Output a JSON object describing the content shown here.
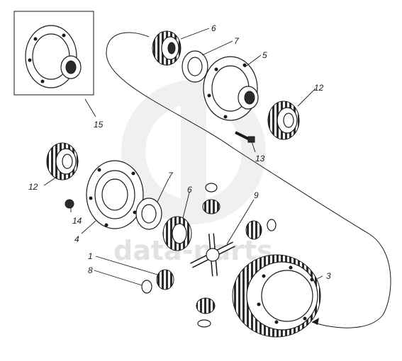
{
  "watermark": {
    "text": "data-parts"
  },
  "callouts": {
    "c1": "1",
    "c3": "3",
    "c4": "4",
    "c5": "5",
    "c6a": "6",
    "c6b": "6",
    "c7a": "7",
    "c7b": "7",
    "c8": "8",
    "c9": "9",
    "c12a": "12",
    "c12b": "12",
    "c13": "13",
    "c14": "14",
    "c15": "15"
  }
}
